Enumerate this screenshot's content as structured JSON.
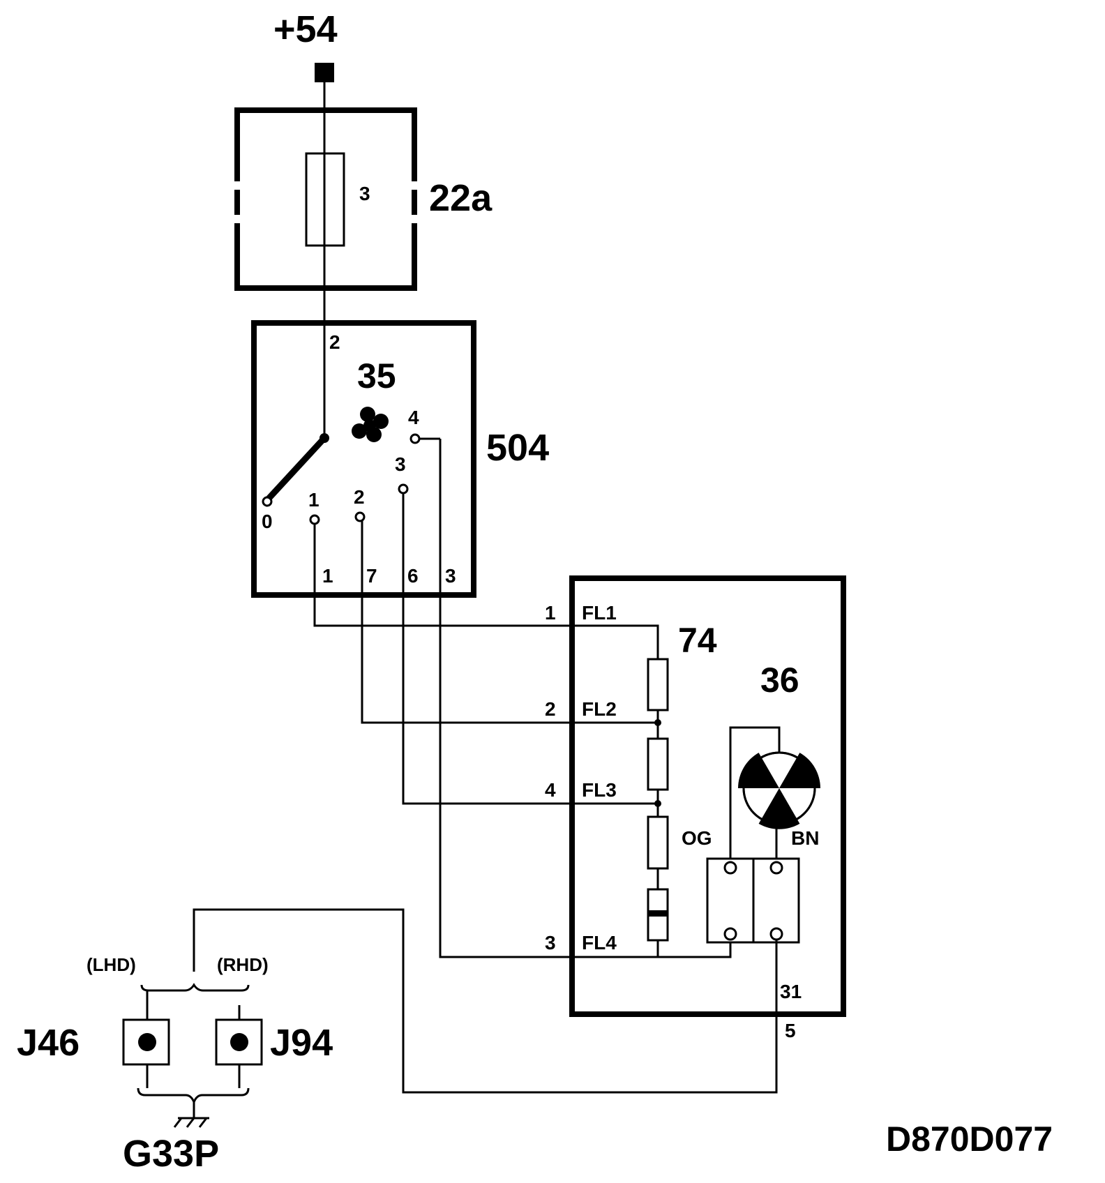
{
  "supply": {
    "label": "+54"
  },
  "fuse_box": {
    "id": "22a",
    "fuse_number": "3"
  },
  "switch_unit": {
    "id": "504",
    "switch_id": "35",
    "input_pin": "2",
    "positions": [
      "0",
      "1",
      "2",
      "3",
      "4"
    ],
    "output_pins": [
      "1",
      "7",
      "6",
      "3"
    ]
  },
  "resistor_fan_unit": {
    "resistor_id": "74",
    "fan_id": "36",
    "pins": [
      {
        "pin": "1",
        "label": "FL1"
      },
      {
        "pin": "2",
        "label": "FL2"
      },
      {
        "pin": "4",
        "label": "FL3"
      },
      {
        "pin": "3",
        "label": "FL4"
      }
    ],
    "wire_colors": [
      "OG",
      "BN"
    ],
    "ground_pin_inner": "31",
    "ground_pin_outer": "5"
  },
  "grounds": {
    "lhd_label": "(LHD)",
    "rhd_label": "(RHD)",
    "left_connector": "J46",
    "right_connector": "J94",
    "ground_point": "G33P"
  },
  "drawing_ref": "D870D077"
}
